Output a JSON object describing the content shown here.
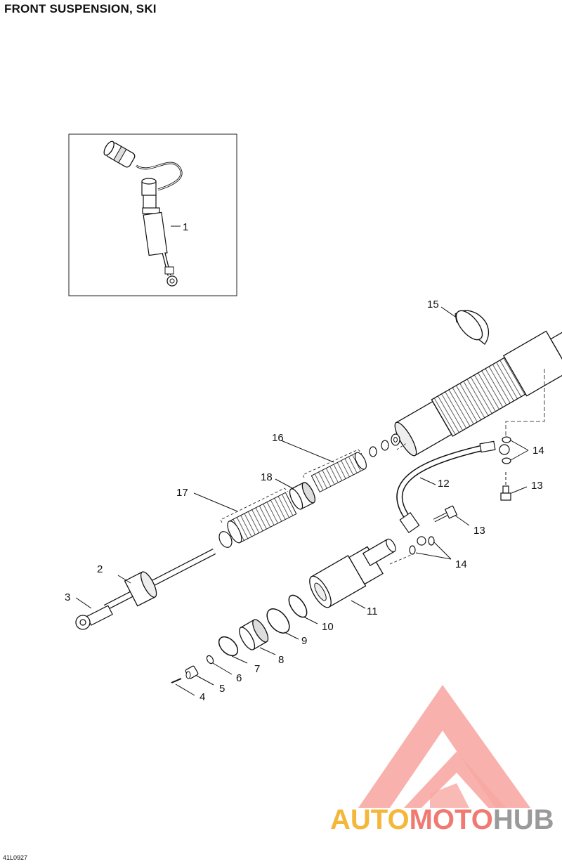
{
  "title": "FRONT SUSPENSION, SKI",
  "figure_ref": "41L0927",
  "callouts": [
    {
      "id": "c1",
      "text": "1"
    },
    {
      "id": "c2",
      "text": "2"
    },
    {
      "id": "c3",
      "text": "3"
    },
    {
      "id": "c4",
      "text": "4"
    },
    {
      "id": "c5",
      "text": "5"
    },
    {
      "id": "c6",
      "text": "6"
    },
    {
      "id": "c7",
      "text": "7"
    },
    {
      "id": "c8",
      "text": "8"
    },
    {
      "id": "c9",
      "text": "9"
    },
    {
      "id": "c10",
      "text": "10"
    },
    {
      "id": "c11",
      "text": "11"
    },
    {
      "id": "c12",
      "text": "12"
    },
    {
      "id": "c13a",
      "text": "13"
    },
    {
      "id": "c13b",
      "text": "13"
    },
    {
      "id": "c14a",
      "text": "14"
    },
    {
      "id": "c14b",
      "text": "14"
    },
    {
      "id": "c15",
      "text": "15"
    },
    {
      "id": "c16",
      "text": "16"
    },
    {
      "id": "c17",
      "text": "17"
    },
    {
      "id": "c18",
      "text": "18"
    }
  ],
  "watermark": {
    "part1": "AUTO",
    "part2": "MOTO",
    "part3": "HUB",
    "color_primary": "#f07a72",
    "color_secondary": "#f5b73a",
    "color_tertiary": "#9a9a9a"
  }
}
